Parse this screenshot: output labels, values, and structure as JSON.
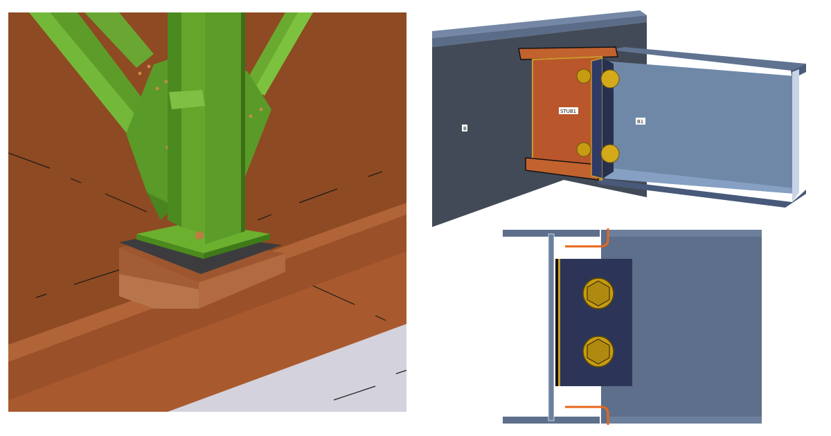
{
  "labels": {
    "main_beam": "B",
    "stub": "STUB1",
    "secondary_beam": "B1"
  },
  "colors": {
    "steel_green": "#5e9c2a",
    "concrete_brown": "#a0522d",
    "beam_dark": "#3f4755",
    "beam_light": "#6f88a8",
    "stub_orange": "#b9562c",
    "end_plate": "#2c3557",
    "bolt_gold": "#c9a312"
  }
}
